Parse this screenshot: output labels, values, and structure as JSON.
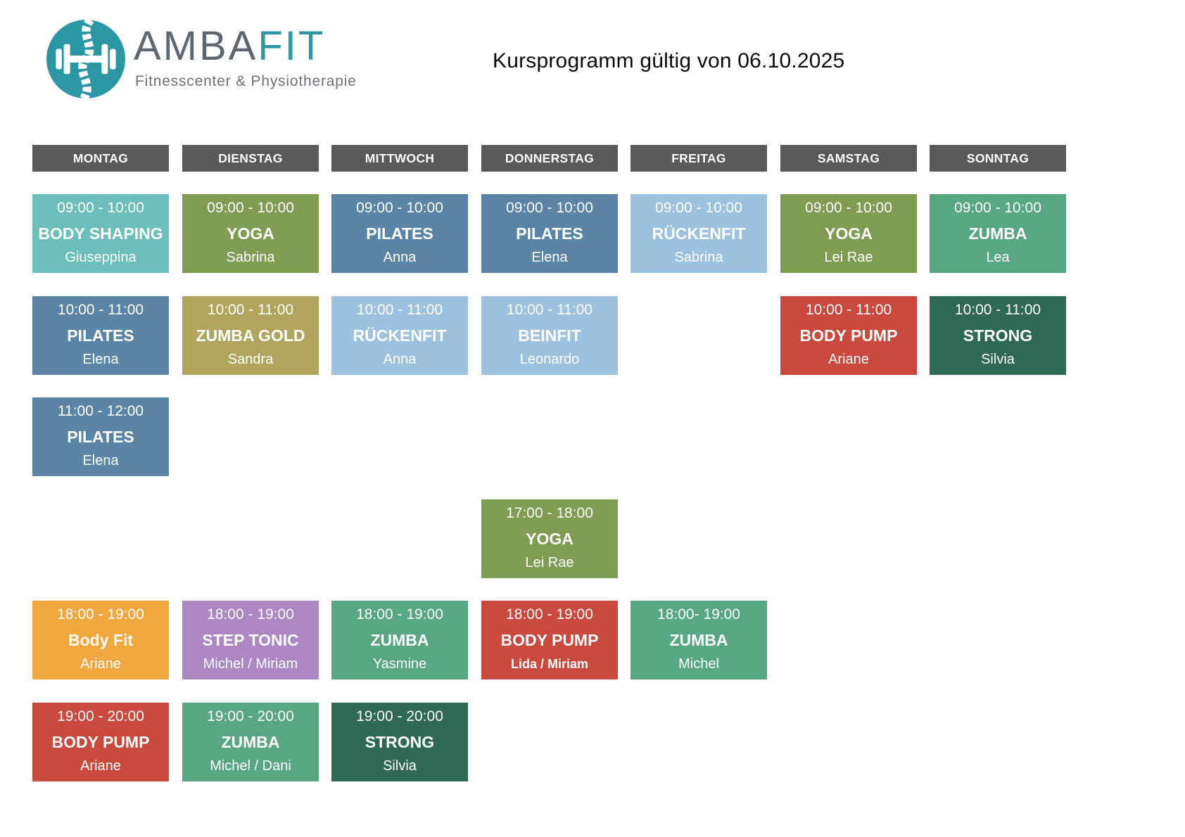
{
  "logo": {
    "brand_primary": "AMBA",
    "brand_accent": "FIT",
    "subtitle": "Fitnesscenter & Physiotherapie",
    "icon": "dumbbell-spine-icon"
  },
  "title": "Kursprogramm gültig von 06.10.2025",
  "days": [
    "MONTAG",
    "DIENSTAG",
    "MITTWOCH",
    "DONNERSTAG",
    "FREITAG",
    "SAMSTAG",
    "SONNTAG"
  ],
  "colors": {
    "teal": "#6BBEBC",
    "olive": "#7E9D52",
    "steel": "#5A85A6",
    "light_blue": "#9CC2E0",
    "green": "#57A783",
    "gold": "#B1A55E",
    "red": "#C9493D",
    "dark_green": "#2E6A51",
    "orange": "#F0A73E",
    "purple": "#AC87C2",
    "day_header_bg": "#595959",
    "brand_teal": "#2B96A4",
    "brand_gray": "#5D6770"
  },
  "schedule": {
    "cards": [
      {
        "day": 0,
        "row": 0,
        "time": "09:00 - 10:00",
        "course": "BODY SHAPING",
        "instructor": "Giuseppina",
        "color": "teal",
        "bold_instructor": false
      },
      {
        "day": 1,
        "row": 0,
        "time": "09:00 - 10:00",
        "course": "YOGA",
        "instructor": "Sabrina",
        "color": "olive",
        "bold_instructor": false
      },
      {
        "day": 2,
        "row": 0,
        "time": "09:00 - 10:00",
        "course": "PILATES",
        "instructor": "Anna",
        "color": "steel",
        "bold_instructor": false
      },
      {
        "day": 3,
        "row": 0,
        "time": "09:00 - 10:00",
        "course": "PILATES",
        "instructor": "Elena",
        "color": "steel",
        "bold_instructor": false
      },
      {
        "day": 4,
        "row": 0,
        "time": "09:00 - 10:00",
        "course": "RÜCKENFIT",
        "instructor": "Sabrina",
        "color": "light_blue",
        "bold_instructor": false
      },
      {
        "day": 5,
        "row": 0,
        "time": "09:00 - 10:00",
        "course": "YOGA",
        "instructor": "Lei Rae",
        "color": "olive",
        "bold_instructor": false
      },
      {
        "day": 6,
        "row": 0,
        "time": "09:00 - 10:00",
        "course": "ZUMBA",
        "instructor": "Lea",
        "color": "green",
        "bold_instructor": false
      },
      {
        "day": 0,
        "row": 1,
        "time": "10:00 - 11:00",
        "course": "PILATES",
        "instructor": "Elena",
        "color": "steel",
        "bold_instructor": false
      },
      {
        "day": 1,
        "row": 1,
        "time": "10:00 - 11:00",
        "course": "ZUMBA GOLD",
        "instructor": "Sandra",
        "color": "gold",
        "bold_instructor": false
      },
      {
        "day": 2,
        "row": 1,
        "time": "10:00 - 11:00",
        "course": "RÜCKENFIT",
        "instructor": "Anna",
        "color": "light_blue",
        "bold_instructor": false
      },
      {
        "day": 3,
        "row": 1,
        "time": "10:00 - 11:00",
        "course": "BEINFIT",
        "instructor": "Leonardo",
        "color": "light_blue",
        "bold_instructor": false
      },
      {
        "day": 5,
        "row": 1,
        "time": "10:00 - 11:00",
        "course": "BODY PUMP",
        "instructor": "Ariane",
        "color": "red",
        "bold_instructor": false
      },
      {
        "day": 6,
        "row": 1,
        "time": "10:00 - 11:00",
        "course": "STRONG",
        "instructor": "Silvia",
        "color": "dark_green",
        "bold_instructor": false
      },
      {
        "day": 0,
        "row": 2,
        "time": "11:00 - 12:00",
        "course": "PILATES",
        "instructor": "Elena",
        "color": "steel",
        "bold_instructor": false
      },
      {
        "day": 3,
        "row": 3,
        "time": "17:00 - 18:00",
        "course": "YOGA",
        "instructor": "Lei Rae",
        "color": "olive",
        "bold_instructor": false
      },
      {
        "day": 0,
        "row": 4,
        "time": "18:00 - 19:00",
        "course": "Body Fit",
        "instructor": "Ariane",
        "color": "orange",
        "bold_instructor": false
      },
      {
        "day": 1,
        "row": 4,
        "time": "18:00 - 19:00",
        "course": "STEP TONIC",
        "instructor": "Michel / Miriam",
        "color": "purple",
        "bold_instructor": false
      },
      {
        "day": 2,
        "row": 4,
        "time": "18:00 - 19:00",
        "course": "ZUMBA",
        "instructor": "Yasmine",
        "color": "green",
        "bold_instructor": false
      },
      {
        "day": 3,
        "row": 4,
        "time": "18:00 - 19:00",
        "course": "BODY PUMP",
        "instructor": "Lida / Miriam",
        "color": "red",
        "bold_instructor": true
      },
      {
        "day": 4,
        "row": 4,
        "time": "18:00- 19:00",
        "course": "ZUMBA",
        "instructor": "Michel",
        "color": "green",
        "bold_instructor": false
      },
      {
        "day": 0,
        "row": 5,
        "time": "19:00 - 20:00",
        "course": "BODY PUMP",
        "instructor": "Ariane",
        "color": "red",
        "bold_instructor": false
      },
      {
        "day": 1,
        "row": 5,
        "time": "19:00 - 20:00",
        "course": "ZUMBA",
        "instructor": "Michel / Dani",
        "color": "green",
        "bold_instructor": false
      },
      {
        "day": 2,
        "row": 5,
        "time": "19:00 - 20:00",
        "course": "STRONG",
        "instructor": "Silvia",
        "color": "dark_green",
        "bold_instructor": false
      }
    ]
  }
}
